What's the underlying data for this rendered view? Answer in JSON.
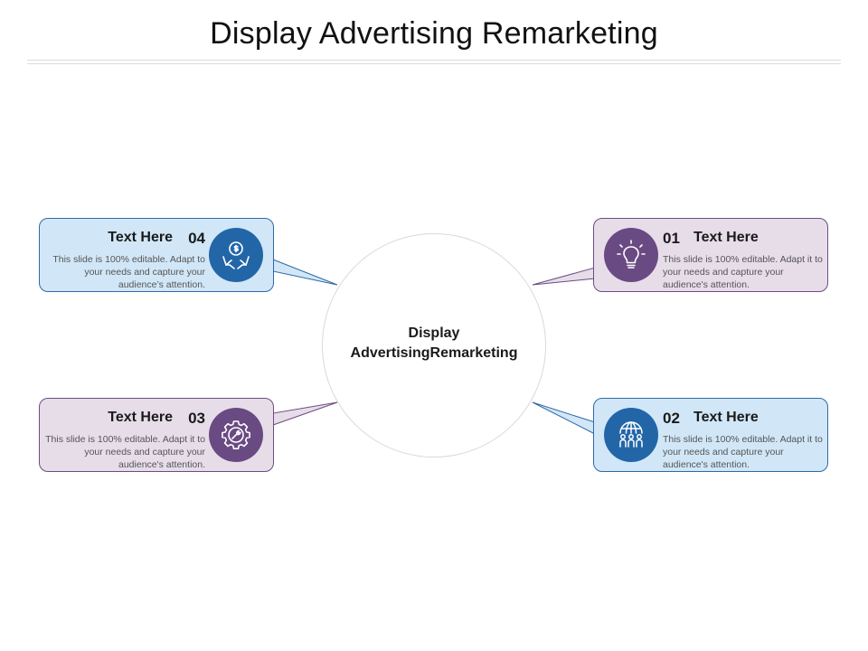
{
  "title": "Display Advertising Remarketing",
  "center": {
    "line1": "Display",
    "line2": "AdvertisingRemarketing"
  },
  "items": [
    {
      "number": "01",
      "heading": "Text Here",
      "description": "This slide is 100% editable. Adapt it to your needs and capture your audience's attention.",
      "icon": "lightbulb-icon",
      "color": "#6a4a83"
    },
    {
      "number": "02",
      "heading": "Text Here",
      "description": "This slide is 100% editable. Adapt it to your needs and capture your audience's attention.",
      "icon": "globe-people-icon",
      "color": "#2266a8"
    },
    {
      "number": "03",
      "heading": "Text Here",
      "description": "This slide is 100% editable. Adapt it to your needs and capture your audience's attention.",
      "icon": "gear-wrench-icon",
      "color": "#6a4a83"
    },
    {
      "number": "04",
      "heading": "Text Here",
      "description": "This slide is 100% editable. Adapt to your needs and capture your audience’s attention.",
      "icon": "money-hands-icon",
      "color": "#2266a8"
    }
  ],
  "colors": {
    "blue_fill": "#d1e7f7",
    "blue_border": "#2f6aa6",
    "purple_fill": "#e6dde9",
    "purple_border": "#6e4c82"
  }
}
